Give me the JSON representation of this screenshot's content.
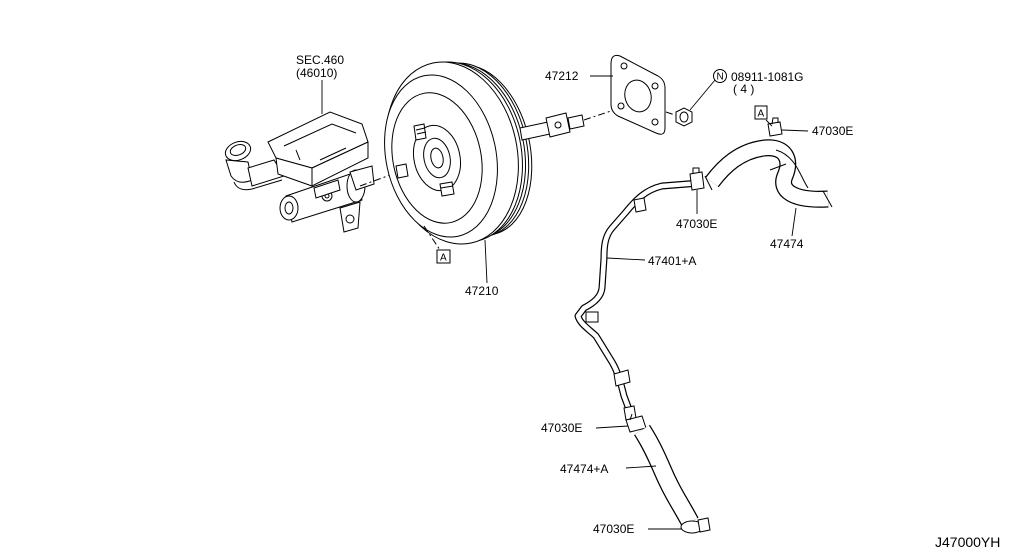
{
  "diagram_id": "J47000YH",
  "labels": {
    "sec": "SEC.460",
    "sec_code": "(46010)",
    "gasket": "47212",
    "nut_symbol": "N",
    "nut_part": "08911-1081G",
    "nut_qty": "( 4 )",
    "ref_a_top": "A",
    "clamp_top": "47030E",
    "clamp_mid": "47030E",
    "hose_top": "47474",
    "ref_a_left": "A",
    "pipe": "47401+A",
    "booster": "47210",
    "clamp_lower": "47030E",
    "hose_lower": "47474+A",
    "clamp_bottom": "47030E"
  }
}
